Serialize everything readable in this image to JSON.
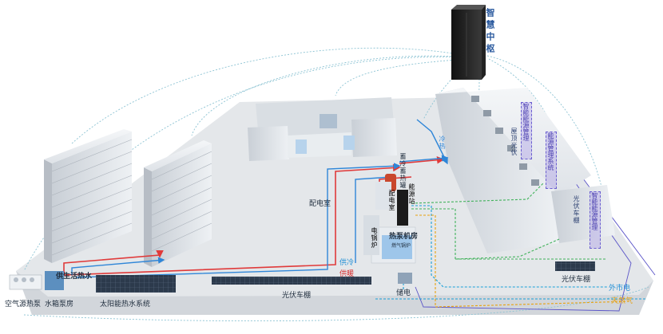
{
  "hub": {
    "label": "智慧中枢"
  },
  "buildings": {
    "water_pump_room": "水箱泵房",
    "air_source_heat_pump": "空气源热泵",
    "solar_hot_water": "太阳能热水系统",
    "pv_carport_front": "光伏车棚",
    "pv_carport_right": "光伏车棚",
    "distribution_room_left": "配电室",
    "distribution_room_center": "配电室",
    "heat_pump_room": "热泵机房",
    "gas_boiler": "燃气锅炉",
    "electric_boiler": "电锅炉",
    "storage": "储电",
    "ice_storage": "蓄冷蓄热罐",
    "energy_station": "能源站",
    "rooftop_pv": "屋顶光伏",
    "pv_shed": "光伏车棚"
  },
  "flows": {
    "domestic_hot_water": "供生活热水",
    "heating": "供暖",
    "cooling": "供冷",
    "hot_cold": "冷热",
    "grid": "外市电",
    "gas": "天然气"
  },
  "mgmt_boxes": [
    "智能能源管理",
    "能源管理系统",
    "智能能源管理"
  ],
  "colors": {
    "heating": "#e03a3a",
    "cooling": "#2f86d8",
    "grid": "#1aa0d8",
    "gas": "#e8a20f",
    "control": "#7fb7c9",
    "mgmt": "#6b5fd0",
    "green_flow": "#41b25b"
  }
}
